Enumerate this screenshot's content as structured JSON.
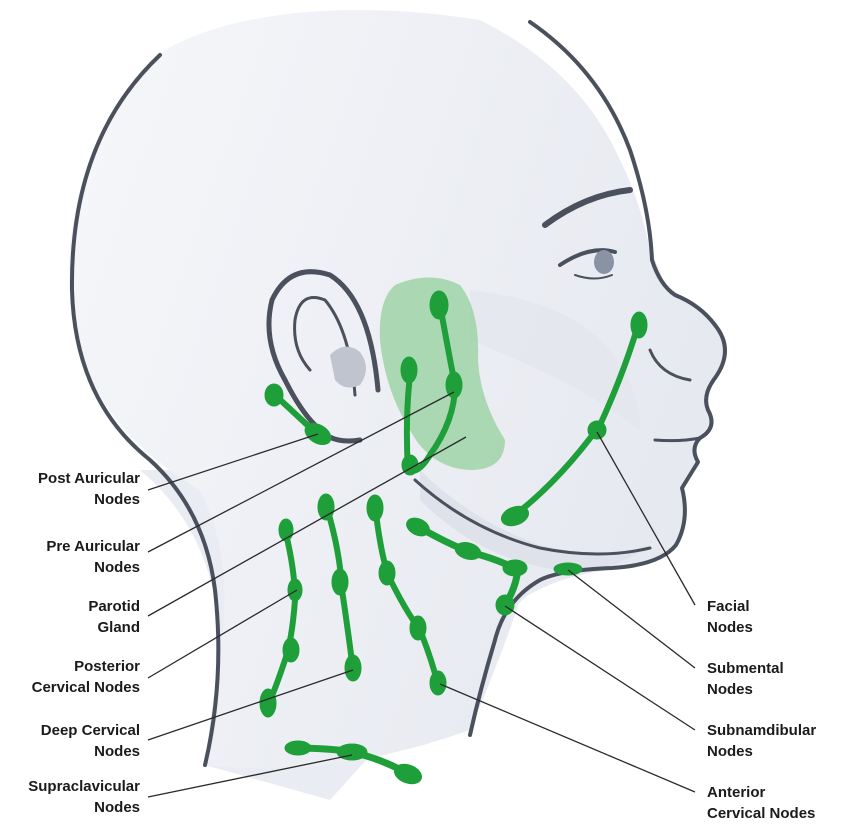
{
  "colors": {
    "node_green": "#1e9f3a",
    "gland_green": "#8fcf97",
    "skin": "#eef0f5",
    "skin_shade": "#d9dde7",
    "outline": "#4a505c",
    "leader": "#2a2a2a"
  },
  "labels": {
    "post_auricular": {
      "line1": "Post Auricular",
      "line2": "Nodes"
    },
    "pre_auricular": {
      "line1": "Pre Auricular",
      "line2": "Nodes"
    },
    "parotid": {
      "line1": "Parotid",
      "line2": "Gland"
    },
    "posterior_cervical": {
      "line1": "Posterior",
      "line2": "Cervical Nodes"
    },
    "deep_cervical": {
      "line1": "Deep Cervical",
      "line2": "Nodes"
    },
    "supraclavicular": {
      "line1": "Supraclavicular",
      "line2": "Nodes"
    },
    "facial": {
      "line1": "Facial",
      "line2": "Nodes"
    },
    "submental": {
      "line1": "Submental",
      "line2": "Nodes"
    },
    "submandibular": {
      "line1": "Subnamdibular",
      "line2": "Nodes"
    },
    "anterior_cervical": {
      "line1": "Anterior",
      "line2": "Cervical Nodes"
    }
  }
}
